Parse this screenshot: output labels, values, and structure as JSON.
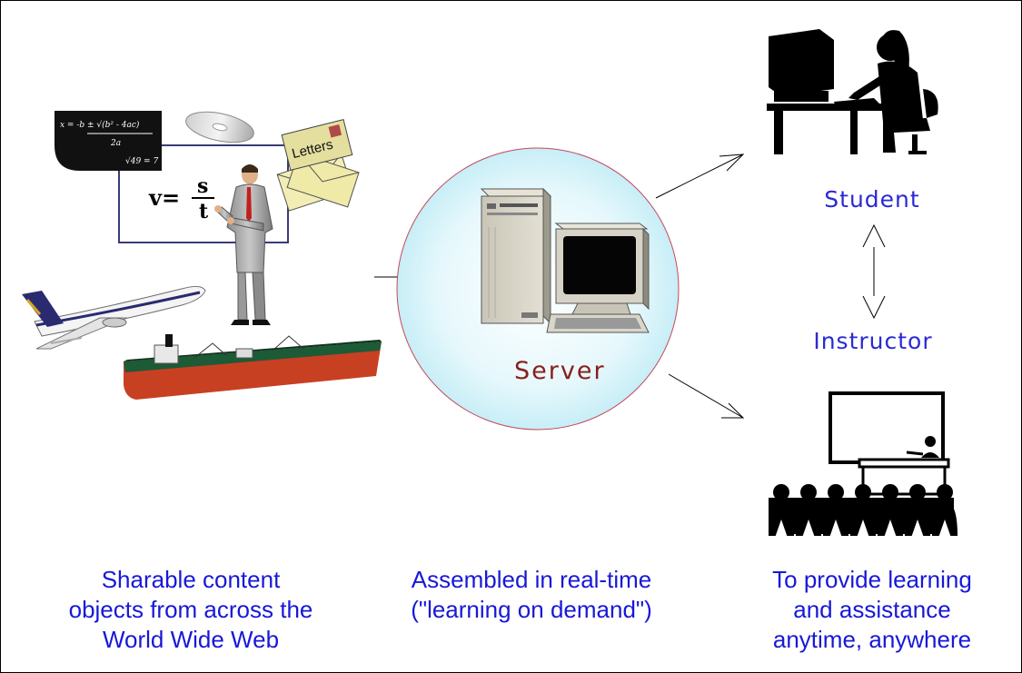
{
  "content_panel": {
    "formula_top": "x = -b ± √(b² - 4ac)",
    "formula_denominator": "2a",
    "formula_sqrt": "√49 = 7",
    "velocity_lhs": "v=",
    "velocity_numerator": "s",
    "velocity_denominator": "t",
    "letters_label": "Letters"
  },
  "server": {
    "label": "Server"
  },
  "roles": {
    "student": "Student",
    "instructor": "Instructor"
  },
  "captions": {
    "left": [
      "Sharable content",
      "objects from across the",
      "World Wide Web"
    ],
    "center": [
      "Assembled in real-time",
      "(\"learning on demand\")"
    ],
    "right": [
      "To provide learning",
      "and assistance",
      "anytime, anywhere"
    ]
  },
  "colors": {
    "caption_blue": "#1818d8",
    "role_blue": "#2a2ad4",
    "server_label": "#8a1d1d",
    "circle_fill": "#d8f4fb",
    "circle_stroke": "#c44a5a"
  }
}
